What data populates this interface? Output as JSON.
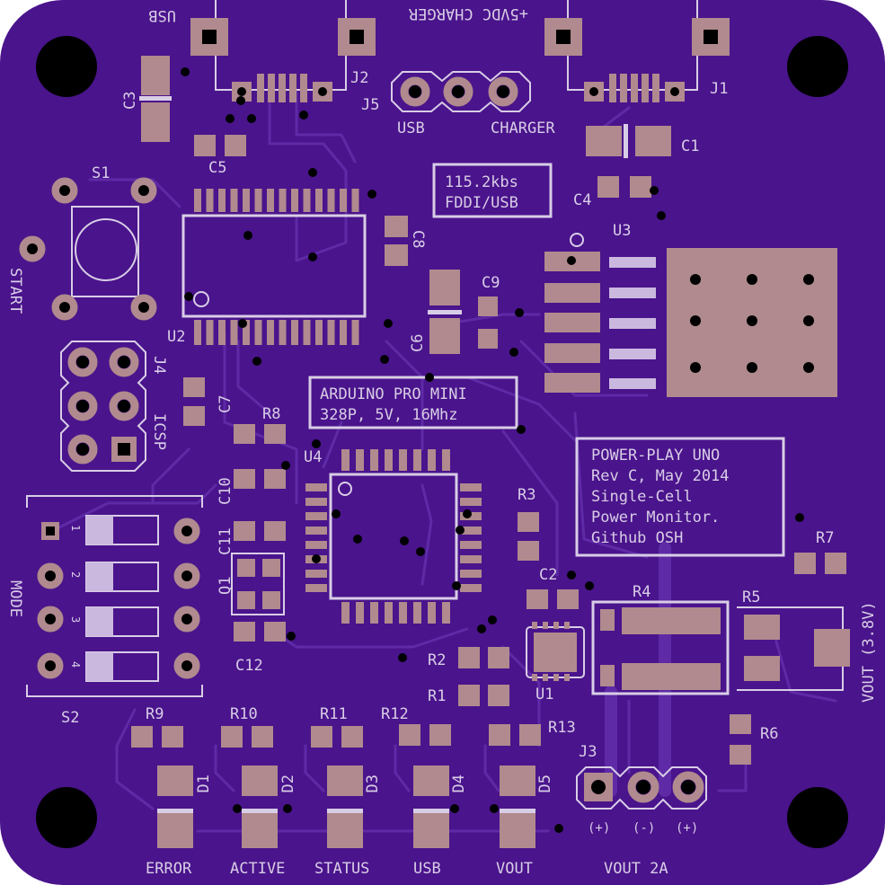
{
  "board_info": {
    "box1": [
      "115.2kbs",
      "FDDI/USB"
    ],
    "box2": [
      "ARDUINO PRO MINI",
      "328P, 5V, 16Mhz"
    ],
    "box3": [
      "POWER-PLAY UNO",
      "Rev C, May 2014",
      "Single-Cell",
      "Power Monitor.",
      "Github OSH"
    ]
  },
  "connectors": {
    "usb": "USB",
    "charger": "+5VDC CHARGER",
    "j1": "J1",
    "j2": "J2",
    "j3": "J3",
    "j4": "J4",
    "j5": "J5",
    "j5_usb": "USB",
    "j5_charger": "CHARGER",
    "icsp": "ICSP",
    "j3_pins": [
      "(+)",
      "(-)",
      "(+)"
    ],
    "vout_2a": "VOUT 2A",
    "vout_38": "VOUT (3.8V)"
  },
  "switches": {
    "s1": "S1",
    "start": "START",
    "s2": "S2",
    "mode": "MODE",
    "dip_numbers": [
      "1",
      "2",
      "3",
      "4"
    ]
  },
  "designators": {
    "c1": "C1",
    "c2": "C2",
    "c3": "C3",
    "c4": "C4",
    "c5": "C5",
    "c6": "C6",
    "c7": "C7",
    "c8": "C8",
    "c9": "C9",
    "c10": "C10",
    "c11": "C11",
    "c12": "C12",
    "r1": "R1",
    "r2": "R2",
    "r3": "R3",
    "r4": "R4",
    "r5": "R5",
    "r6": "R6",
    "r7": "R7",
    "r8": "R8",
    "r9": "R9",
    "r10": "R10",
    "r11": "R11",
    "r12": "R12",
    "r13": "R13",
    "u1": "U1",
    "u2": "U2",
    "u3": "U3",
    "u4": "U4",
    "q1": "Q1",
    "d1": "D1",
    "d2": "D2",
    "d3": "D3",
    "d4": "D4",
    "d5": "D5"
  },
  "leds": [
    "ERROR",
    "ACTIVE",
    "STATUS",
    "USB",
    "VOUT"
  ],
  "colors": {
    "board": "#4a148c",
    "board_edge": "#3a0e70",
    "trace": "#5a25a0",
    "pad": "#b08a8e",
    "silk": "#d8cde6",
    "hole": "#000000"
  }
}
